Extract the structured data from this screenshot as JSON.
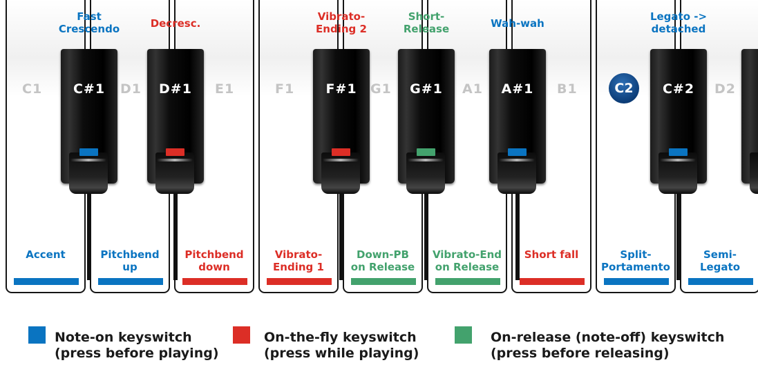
{
  "colors": {
    "note_on": "#0a74c1",
    "on_the_fly": "#dc2e26",
    "on_release": "#43a26d"
  },
  "white_keys": [
    {
      "note": "C1",
      "label": "Accent",
      "color": "note_on"
    },
    {
      "note": "D1",
      "label": "Pitchbend\nup",
      "color": "note_on"
    },
    {
      "note": "E1",
      "label": "Pitchbend\ndown",
      "color": "on_the_fly"
    },
    {
      "note": "F1",
      "label": "Vibrato-\nEnding 1",
      "color": "on_the_fly"
    },
    {
      "note": "G1",
      "label": "Down-PB\non Release",
      "color": "on_release"
    },
    {
      "note": "A1",
      "label": "Vibrato-End\non Release",
      "color": "on_release"
    },
    {
      "note": "B1",
      "label": "Short fall",
      "color": "on_the_fly"
    },
    {
      "note": "C2",
      "label": "Split-\nPortamento",
      "color": "note_on"
    },
    {
      "note": "D2",
      "label": "Semi-\nLegato",
      "color": "note_on"
    }
  ],
  "black_keys": [
    {
      "note": "C#1",
      "label": "Fast\nCrescendo",
      "color": "note_on"
    },
    {
      "note": "D#1",
      "label": "Decresc.",
      "color": "on_the_fly"
    },
    {
      "note": "F#1",
      "label": "Vibrato-\nEnding 2",
      "color": "on_the_fly"
    },
    {
      "note": "G#1",
      "label": "Short-\nRelease",
      "color": "on_release"
    },
    {
      "note": "A#1",
      "label": "Wah-wah",
      "color": "note_on"
    },
    {
      "note": "C#2",
      "label": "Legato ->\ndetached",
      "color": "note_on"
    },
    {
      "note": "",
      "label": "",
      "color": ""
    }
  ],
  "legend": [
    {
      "color": "note_on",
      "text": "Note-on keyswitch\n(press before playing)"
    },
    {
      "color": "on_the_fly",
      "text": "On-the-fly keyswitch\n(press while playing)"
    },
    {
      "color": "on_release",
      "text": "On-release (note-off) keyswitch\n(press before releasing)"
    }
  ]
}
